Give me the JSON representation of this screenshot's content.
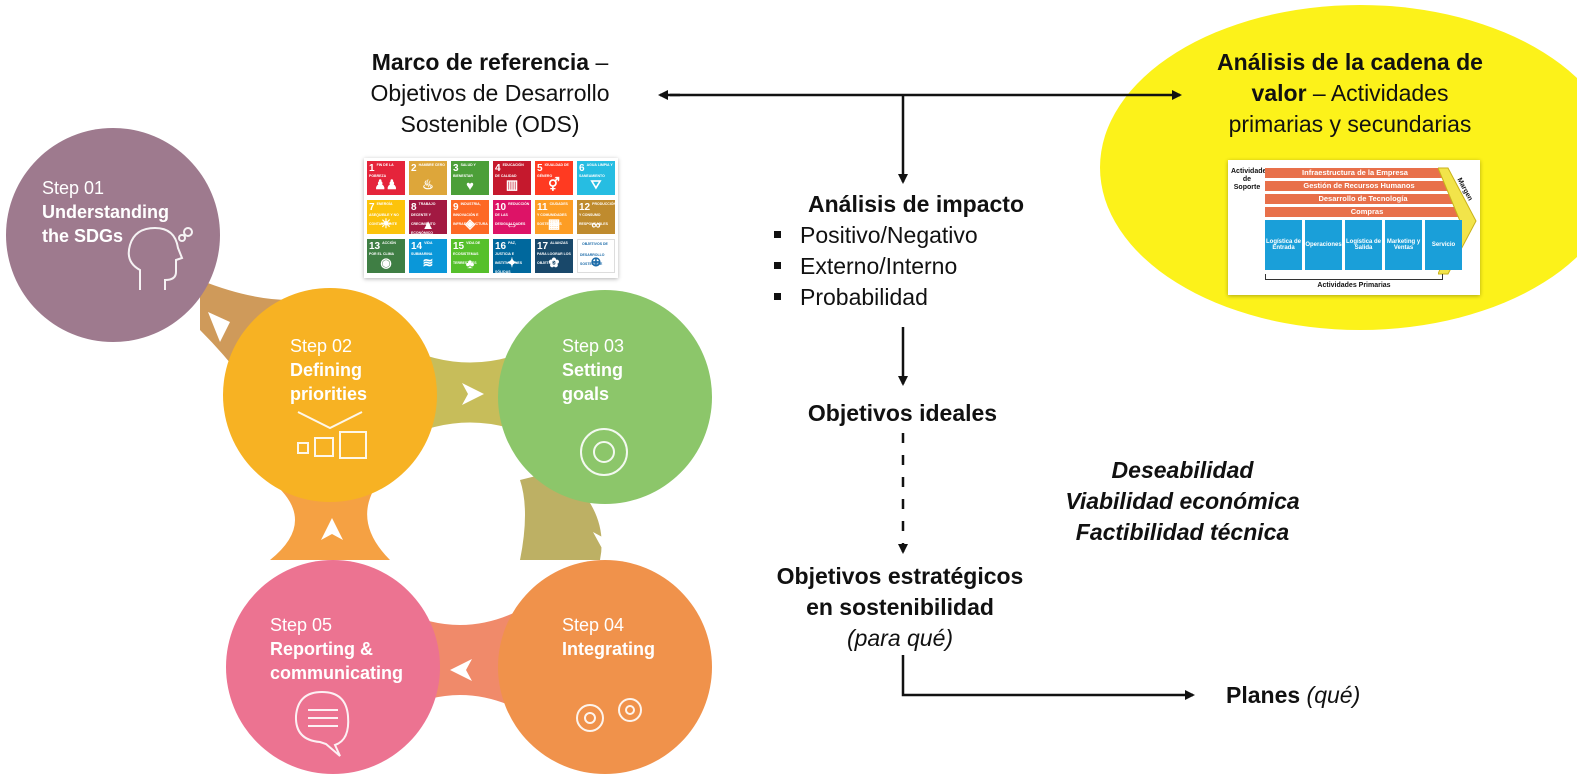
{
  "steps": [
    {
      "num": "Step 01",
      "title": "Understanding the SDGs",
      "color": "#9e7a8e"
    },
    {
      "num": "Step 02",
      "title": "Defining priorities",
      "color": "#f7b223"
    },
    {
      "num": "Step 03",
      "title": "Setting goals",
      "color": "#8cc66a"
    },
    {
      "num": "Step 04",
      "title": "Integrating",
      "color": "#f0924b"
    },
    {
      "num": "Step 05",
      "title": "Reporting & communicating",
      "color": "#ec7391"
    }
  ],
  "marco": {
    "bold": "Marco de referencia",
    "rest": " –",
    "line2": "Objetivos de Desarrollo",
    "line3": "Sostenible (ODS)"
  },
  "cadena": {
    "bold1": "Análisis de la cadena de",
    "bold2": "valor",
    "rest2": " – Actividades",
    "line3": "primarias y secundarias",
    "bg_color": "#fcf21a"
  },
  "impacto": {
    "title": "Análisis de impacto",
    "bullets": [
      "Positivo/Negativo",
      "Externo/Interno",
      "Probabilidad"
    ]
  },
  "ideales": "Objetivos ideales",
  "criterios": [
    "Deseabilidad",
    "Viabilidad económica",
    "Factibilidad técnica"
  ],
  "estrategicos": {
    "line1": "Objetivos estratégicos",
    "line2": "en sostenibilidad",
    "line3": "(para qué)"
  },
  "planes": {
    "bold": "Planes",
    "italic": " (qué)"
  },
  "sdg_tiles": [
    {
      "n": "1",
      "label": "FIN DE LA POBREZA",
      "color": "#e5243b",
      "icon": "♟♟"
    },
    {
      "n": "2",
      "label": "HAMBRE CERO",
      "color": "#dda63a",
      "icon": "♨"
    },
    {
      "n": "3",
      "label": "SALUD Y BIENESTAR",
      "color": "#4c9f38",
      "icon": "♥"
    },
    {
      "n": "4",
      "label": "EDUCACIÓN DE CALIDAD",
      "color": "#c5192d",
      "icon": "▥"
    },
    {
      "n": "5",
      "label": "IGUALDAD DE GÉNERO",
      "color": "#ff3a21",
      "icon": "⚥"
    },
    {
      "n": "6",
      "label": "AGUA LIMPIA Y SANEAMIENTO",
      "color": "#26bde2",
      "icon": "⛛"
    },
    {
      "n": "7",
      "label": "ENERGÍA ASEQUIBLE Y NO CONTAMINANTE",
      "color": "#fcc30b",
      "icon": "☀"
    },
    {
      "n": "8",
      "label": "TRABAJO DECENTE Y CRECIMIENTO ECONÓMICO",
      "color": "#a21942",
      "icon": "▲"
    },
    {
      "n": "9",
      "label": "INDUSTRIA, INNOVACIÓN E INFRAESTRUCTURA",
      "color": "#fd6925",
      "icon": "◈"
    },
    {
      "n": "10",
      "label": "REDUCCIÓN DE LAS DESIGUALDADES",
      "color": "#dd1367",
      "icon": "⇔"
    },
    {
      "n": "11",
      "label": "CIUDADES Y COMUNIDADES SOSTENIBLES",
      "color": "#fd9d24",
      "icon": "▦"
    },
    {
      "n": "12",
      "label": "PRODUCCIÓN Y CONSUMO RESPONSABLES",
      "color": "#bf8b2e",
      "icon": "∞"
    },
    {
      "n": "13",
      "label": "ACCIÓN POR EL CLIMA",
      "color": "#3f7e44",
      "icon": "◉"
    },
    {
      "n": "14",
      "label": "VIDA SUBMARINA",
      "color": "#0a97d9",
      "icon": "≋"
    },
    {
      "n": "15",
      "label": "VIDA DE ECOSISTEMAS TERRESTRES",
      "color": "#56c02b",
      "icon": "♣"
    },
    {
      "n": "16",
      "label": "PAZ, JUSTICIA E INSTITUCIONES SÓLIDAS",
      "color": "#00689d",
      "icon": "✦"
    },
    {
      "n": "17",
      "label": "ALIANZAS PARA LOGRAR LOS OBJETIVOS",
      "color": "#19486a",
      "icon": "✿"
    },
    {
      "n": "",
      "label": "OBJETIVOS DE DESARROLLO SOSTENIBLE",
      "color": "#ffffff",
      "icon": "⊕"
    }
  ],
  "value_chain": {
    "soporte_label": "Actividades de Soporte",
    "bars": [
      "Infraestructura de la Empresa",
      "Gestión de Recursos Humanos",
      "Desarrollo de Tecnología",
      "Compras"
    ],
    "primarias": [
      "Logística de Entrada",
      "Operaciones",
      "Logística de Salida",
      "Marketing y Ventas",
      "Servicio"
    ],
    "margen": "Margen",
    "primarias_label": "Actividades Primarias"
  }
}
